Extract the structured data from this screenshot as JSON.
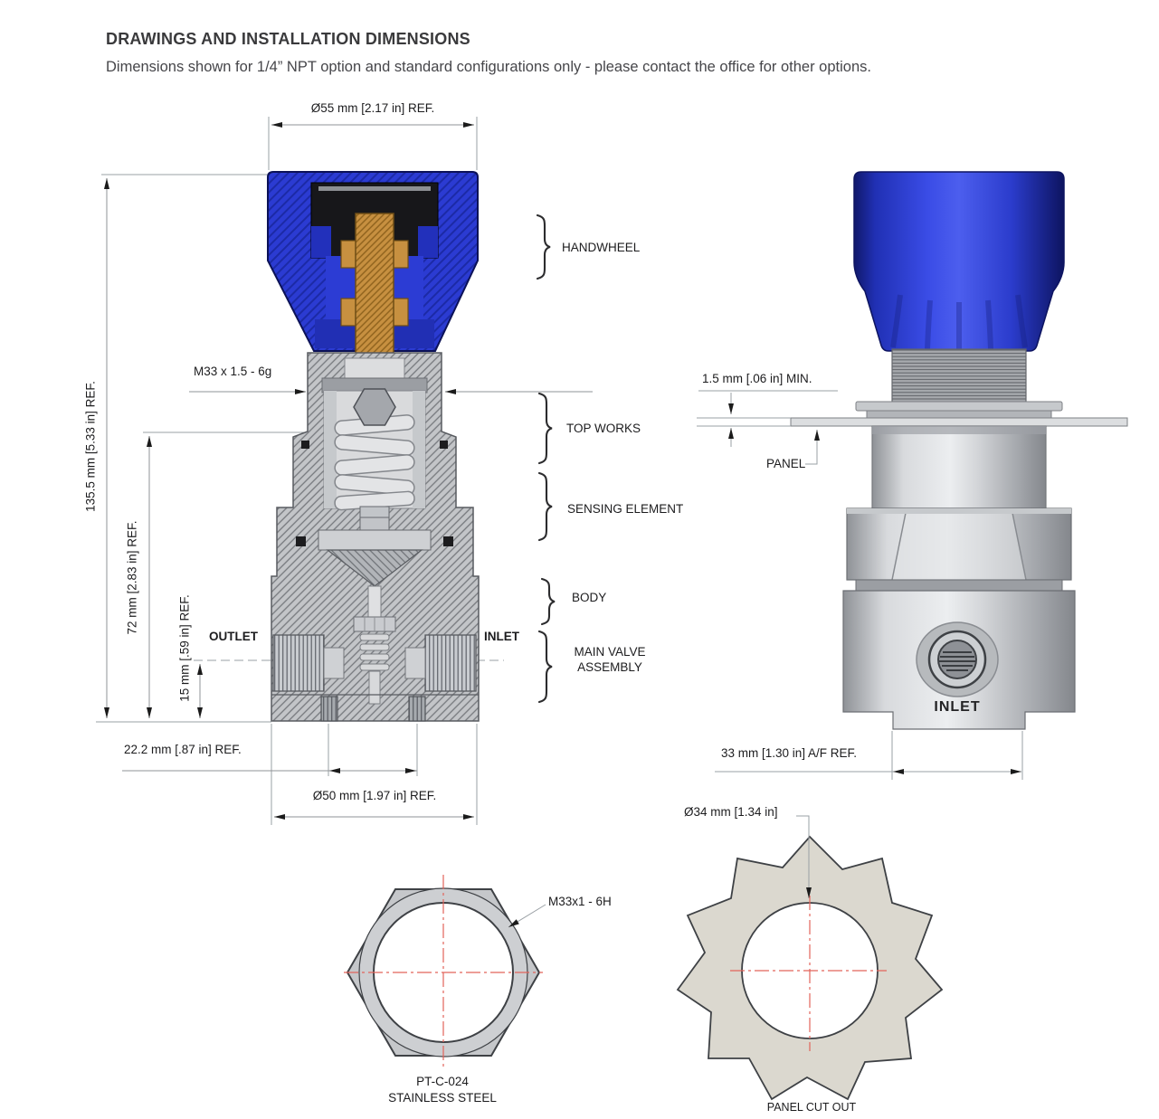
{
  "header": {
    "title": "DRAWINGS AND INSTALLATION DIMENSIONS",
    "subtitle": "Dimensions shown for 1/4” NPT option and standard configurations only - please contact the office for other options."
  },
  "front_view": {
    "dim_diameter_top": "Ø55 mm [2.17 in] REF.",
    "dim_height_total": "135.5 mm [5.33 in] REF.",
    "dim_height_bonnet": "72 mm [2.83 in] REF.",
    "dim_height_port": "15 mm [.59 in] REF.",
    "thread_spec": "M33 x 1.5 - 6g",
    "outlet_label": "OUTLET",
    "inlet_label": "INLET",
    "callout_handwheel": "HANDWHEEL",
    "callout_top_works": "TOP WORKS",
    "callout_sensing_element": "SENSING ELEMENT",
    "callout_body": "BODY",
    "callout_main_valve_line1": "MAIN VALVE",
    "callout_main_valve_line2": "ASSEMBLY",
    "dim_hole_spacing": "22.2 mm [.87 in] REF.",
    "dim_diameter_bottom": "Ø50 mm [1.97 in] REF."
  },
  "side_view": {
    "dim_panel_clearance": "1.5 mm [.06 in] MIN.",
    "panel_label": "PANEL",
    "inlet_marking": "INLET",
    "dim_across_flats": "33 mm [1.30 in] A/F REF."
  },
  "panel_nut_view": {
    "thread_spec": "M33x1 - 6H",
    "part_number": "PT-C-024",
    "material": "STAINLESS STEEL"
  },
  "panel_cutout_view": {
    "dim_hole": "Ø34 mm [1.34 in]",
    "caption": "PANEL CUT OUT"
  },
  "colors": {
    "handwheel_blue": "#2b3bd2",
    "brass": "#c79040",
    "steel_grey": "#c3c5c8",
    "centerline_red": "#e2635b",
    "dimension_line_grey": "#8f9397"
  }
}
